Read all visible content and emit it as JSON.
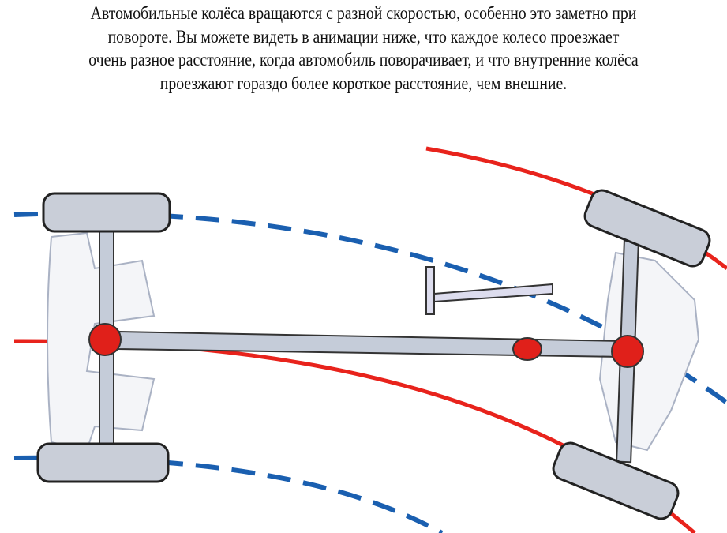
{
  "paragraph": {
    "lines": [
      "Автомобильные колёса вращаются с разной скоростью, особенно это заметно при",
      "повороте. Вы можете видеть в анимации ниже, что каждое колесо проезжает",
      "очень разное расстояние, когда автомобиль поворачивает, и что внутренние колёса",
      "проезжают гораздо более короткое расстояние, чем внешние."
    ]
  },
  "colors": {
    "red_path": "#e8231c",
    "blue_path": "#1a5fb0",
    "chassis": "#b9c2d3",
    "differential": "#e0201a"
  }
}
